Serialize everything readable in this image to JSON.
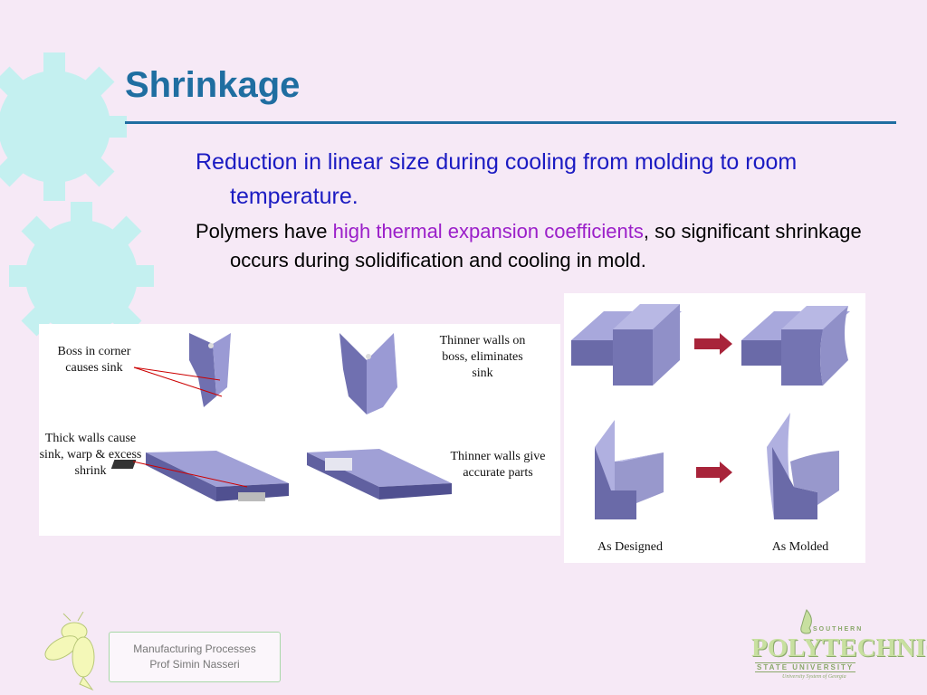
{
  "slide": {
    "title": "Shrinkage",
    "bullets": [
      {
        "text": "Reduction in linear size during cooling from molding to room temperature."
      },
      {
        "text_before": "Polymers have ",
        "highlight": "high thermal expansion coefficients",
        "text_after": ", so significant shrinkage occurs during solidification and cooling in mold."
      }
    ]
  },
  "figure_left": {
    "labels": {
      "boss_corner": "Boss in corner causes sink",
      "thinner_boss": "Thinner walls on boss, eliminates sink",
      "thick_walls": "Thick walls cause sink, warp & excess shrink",
      "thinner_accurate": "Thinner walls give accurate parts"
    }
  },
  "figure_right": {
    "labels": {
      "as_designed": "As Designed",
      "as_molded": "As Molded"
    }
  },
  "footer": {
    "course": "Manufacturing Processes",
    "professor": "Prof Simin Nasseri"
  },
  "logo": {
    "southern": "SOUTHERN",
    "name": "POLYTECHNIC",
    "state": "STATE UNIVERSITY",
    "tagline": "University System of Georgia"
  },
  "colors": {
    "title": "#1f6ea1",
    "bullet_primary": "#1b1bc2",
    "highlight": "#9b1fc9",
    "gear": "#c4f0f0",
    "part": "#8a8ac6",
    "arrow": "#a8243a"
  }
}
